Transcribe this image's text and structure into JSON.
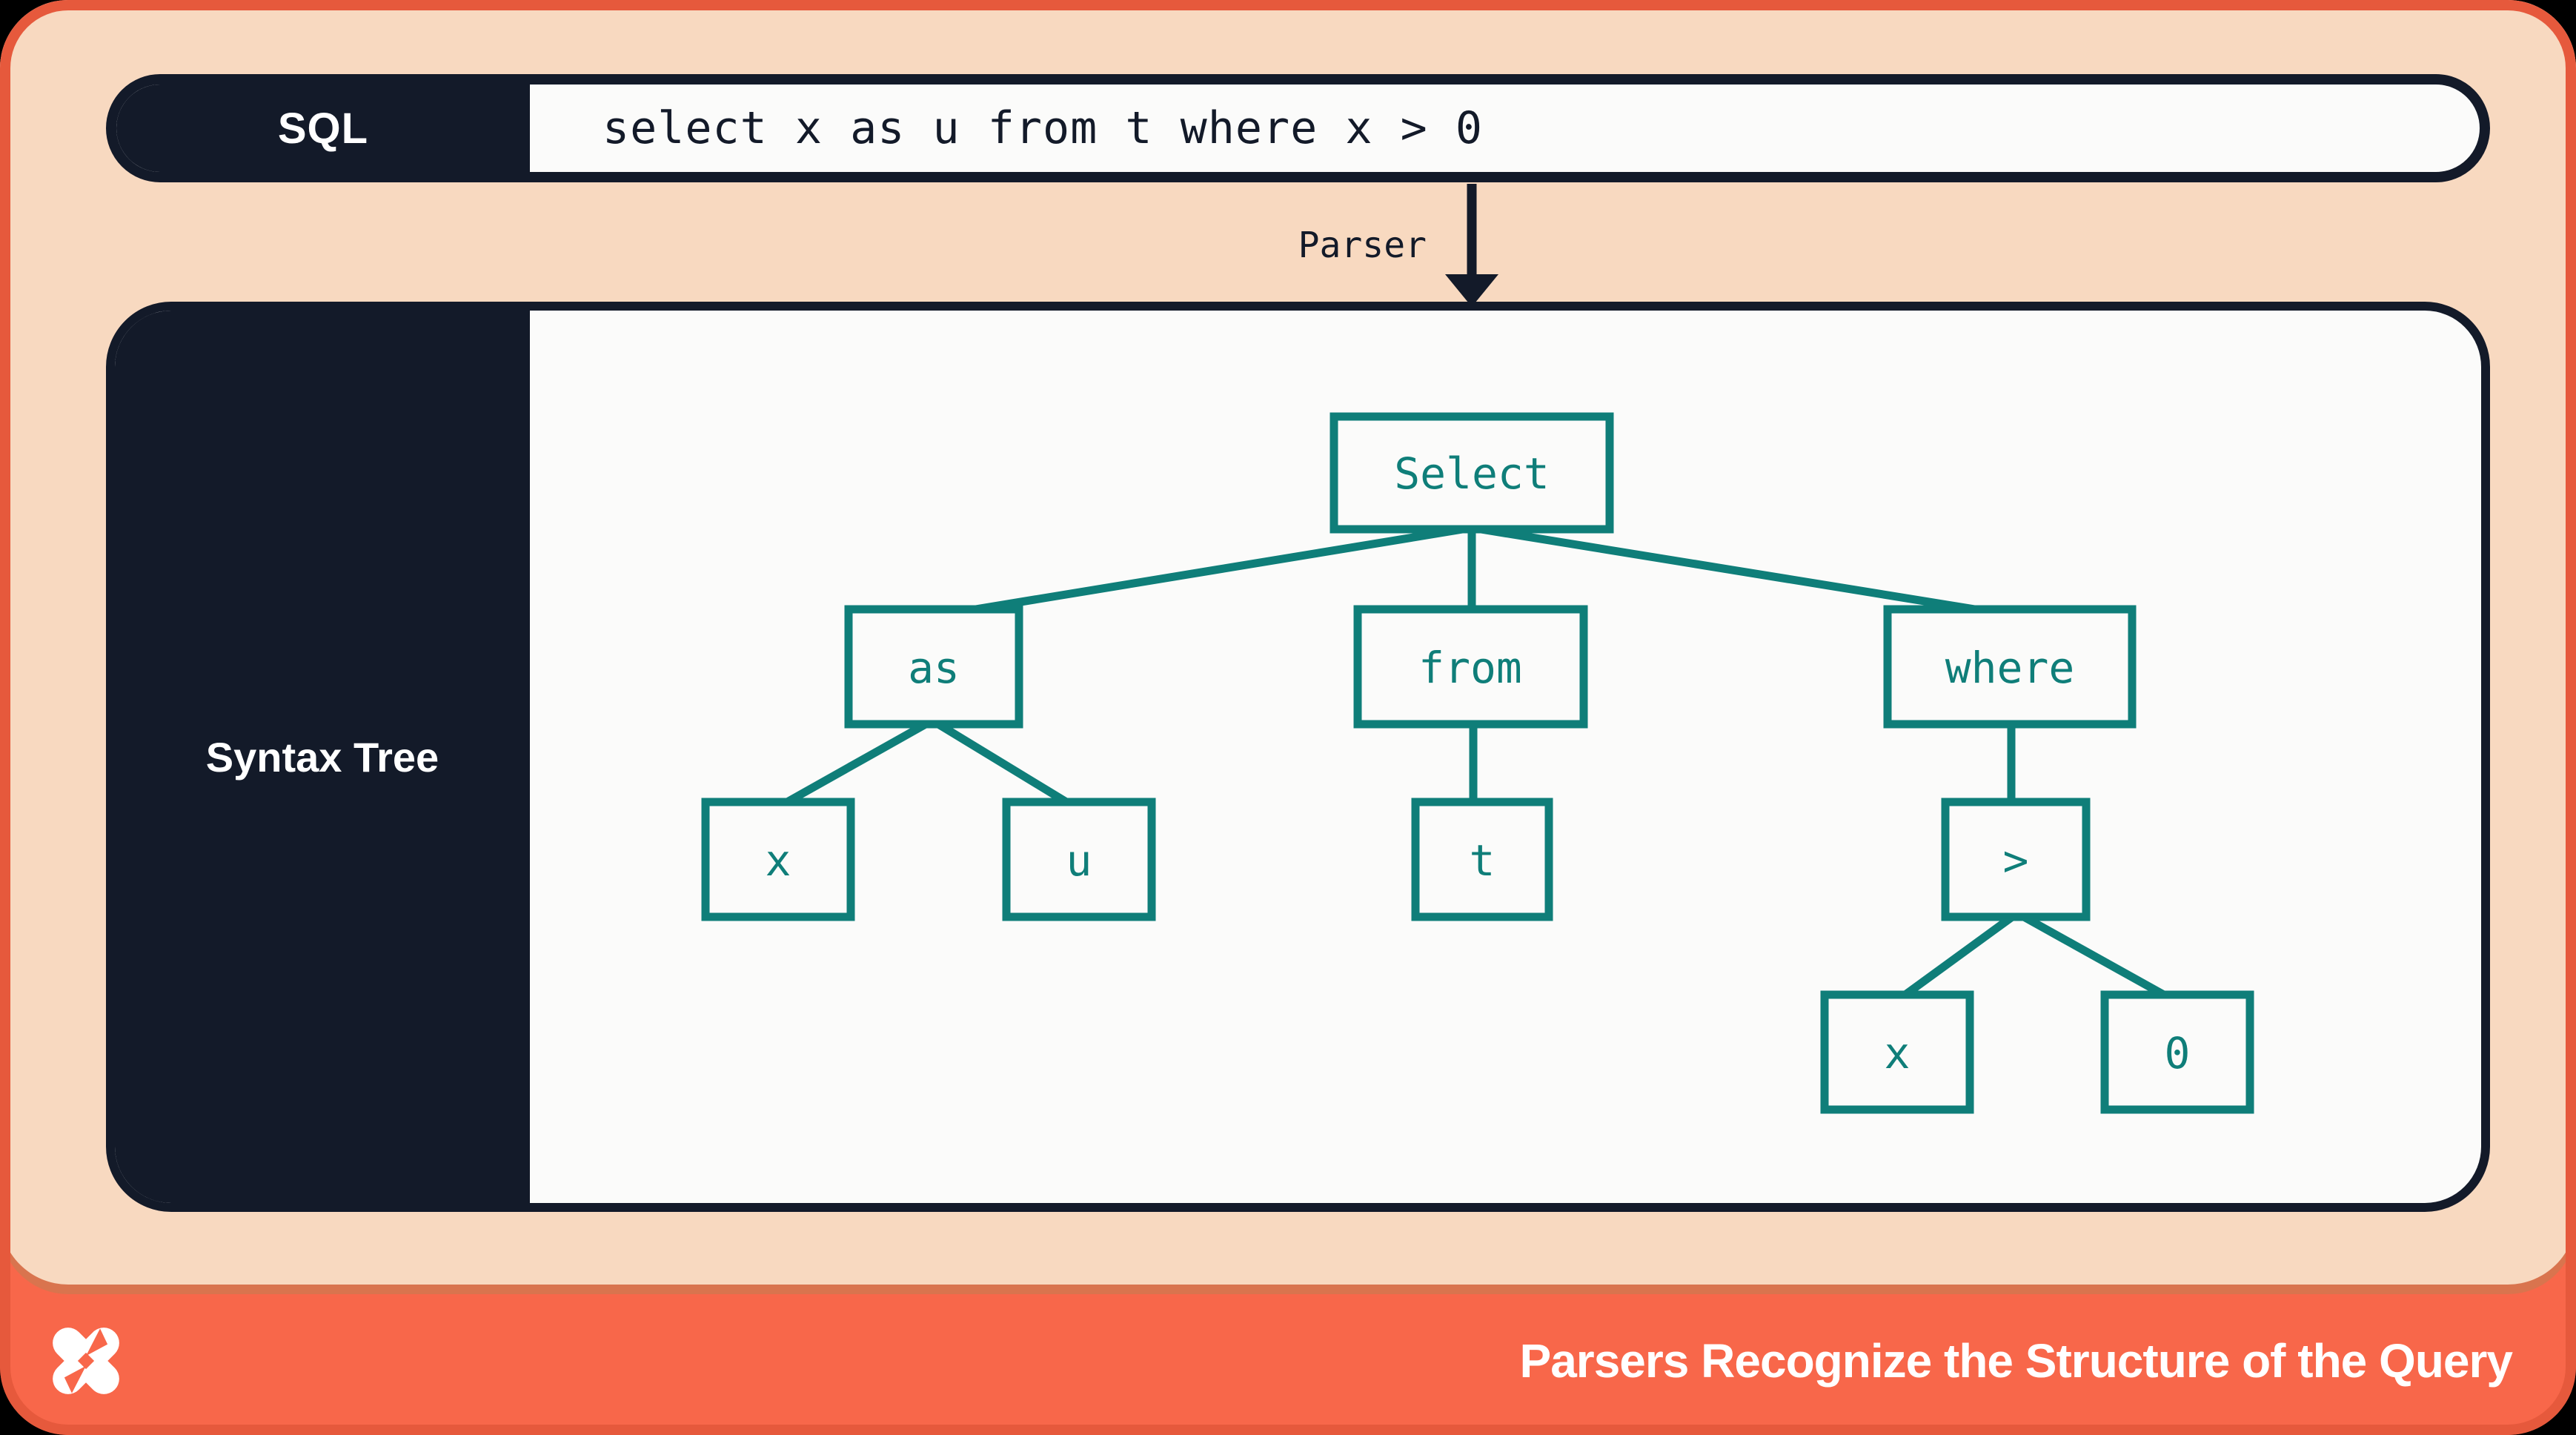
{
  "sql_bar": {
    "label": "SQL",
    "query": "select x as u from t where x > 0"
  },
  "parser": {
    "label": "Parser"
  },
  "syntax_tree": {
    "label": "Syntax Tree",
    "nodes": [
      {
        "id": "select",
        "label": "Select"
      },
      {
        "id": "as",
        "label": "as"
      },
      {
        "id": "from",
        "label": "from"
      },
      {
        "id": "where",
        "label": "where"
      },
      {
        "id": "x1",
        "label": "x"
      },
      {
        "id": "u",
        "label": "u"
      },
      {
        "id": "t",
        "label": "t"
      },
      {
        "id": "gt",
        "label": ">"
      },
      {
        "id": "x2",
        "label": "x"
      },
      {
        "id": "zero",
        "label": "0"
      }
    ],
    "edges": [
      [
        "select",
        "as"
      ],
      [
        "select",
        "from"
      ],
      [
        "select",
        "where"
      ],
      [
        "as",
        "x1"
      ],
      [
        "as",
        "u"
      ],
      [
        "from",
        "t"
      ],
      [
        "where",
        "gt"
      ],
      [
        "gt",
        "x2"
      ],
      [
        "gt",
        "zero"
      ]
    ]
  },
  "footer": {
    "title": "Parsers Recognize the Structure of the Query",
    "logo": "dolt-pinwheel-logo"
  },
  "colors": {
    "page_background": "#000000",
    "card_border": "#e6593c",
    "panel_peach": "#f8d9c0",
    "panel_divider": "#d9744e",
    "footer_coral": "#f8674a",
    "navy": "#131a29",
    "card_white": "#fbfbfa",
    "tree_teal": "#0f7e79"
  }
}
